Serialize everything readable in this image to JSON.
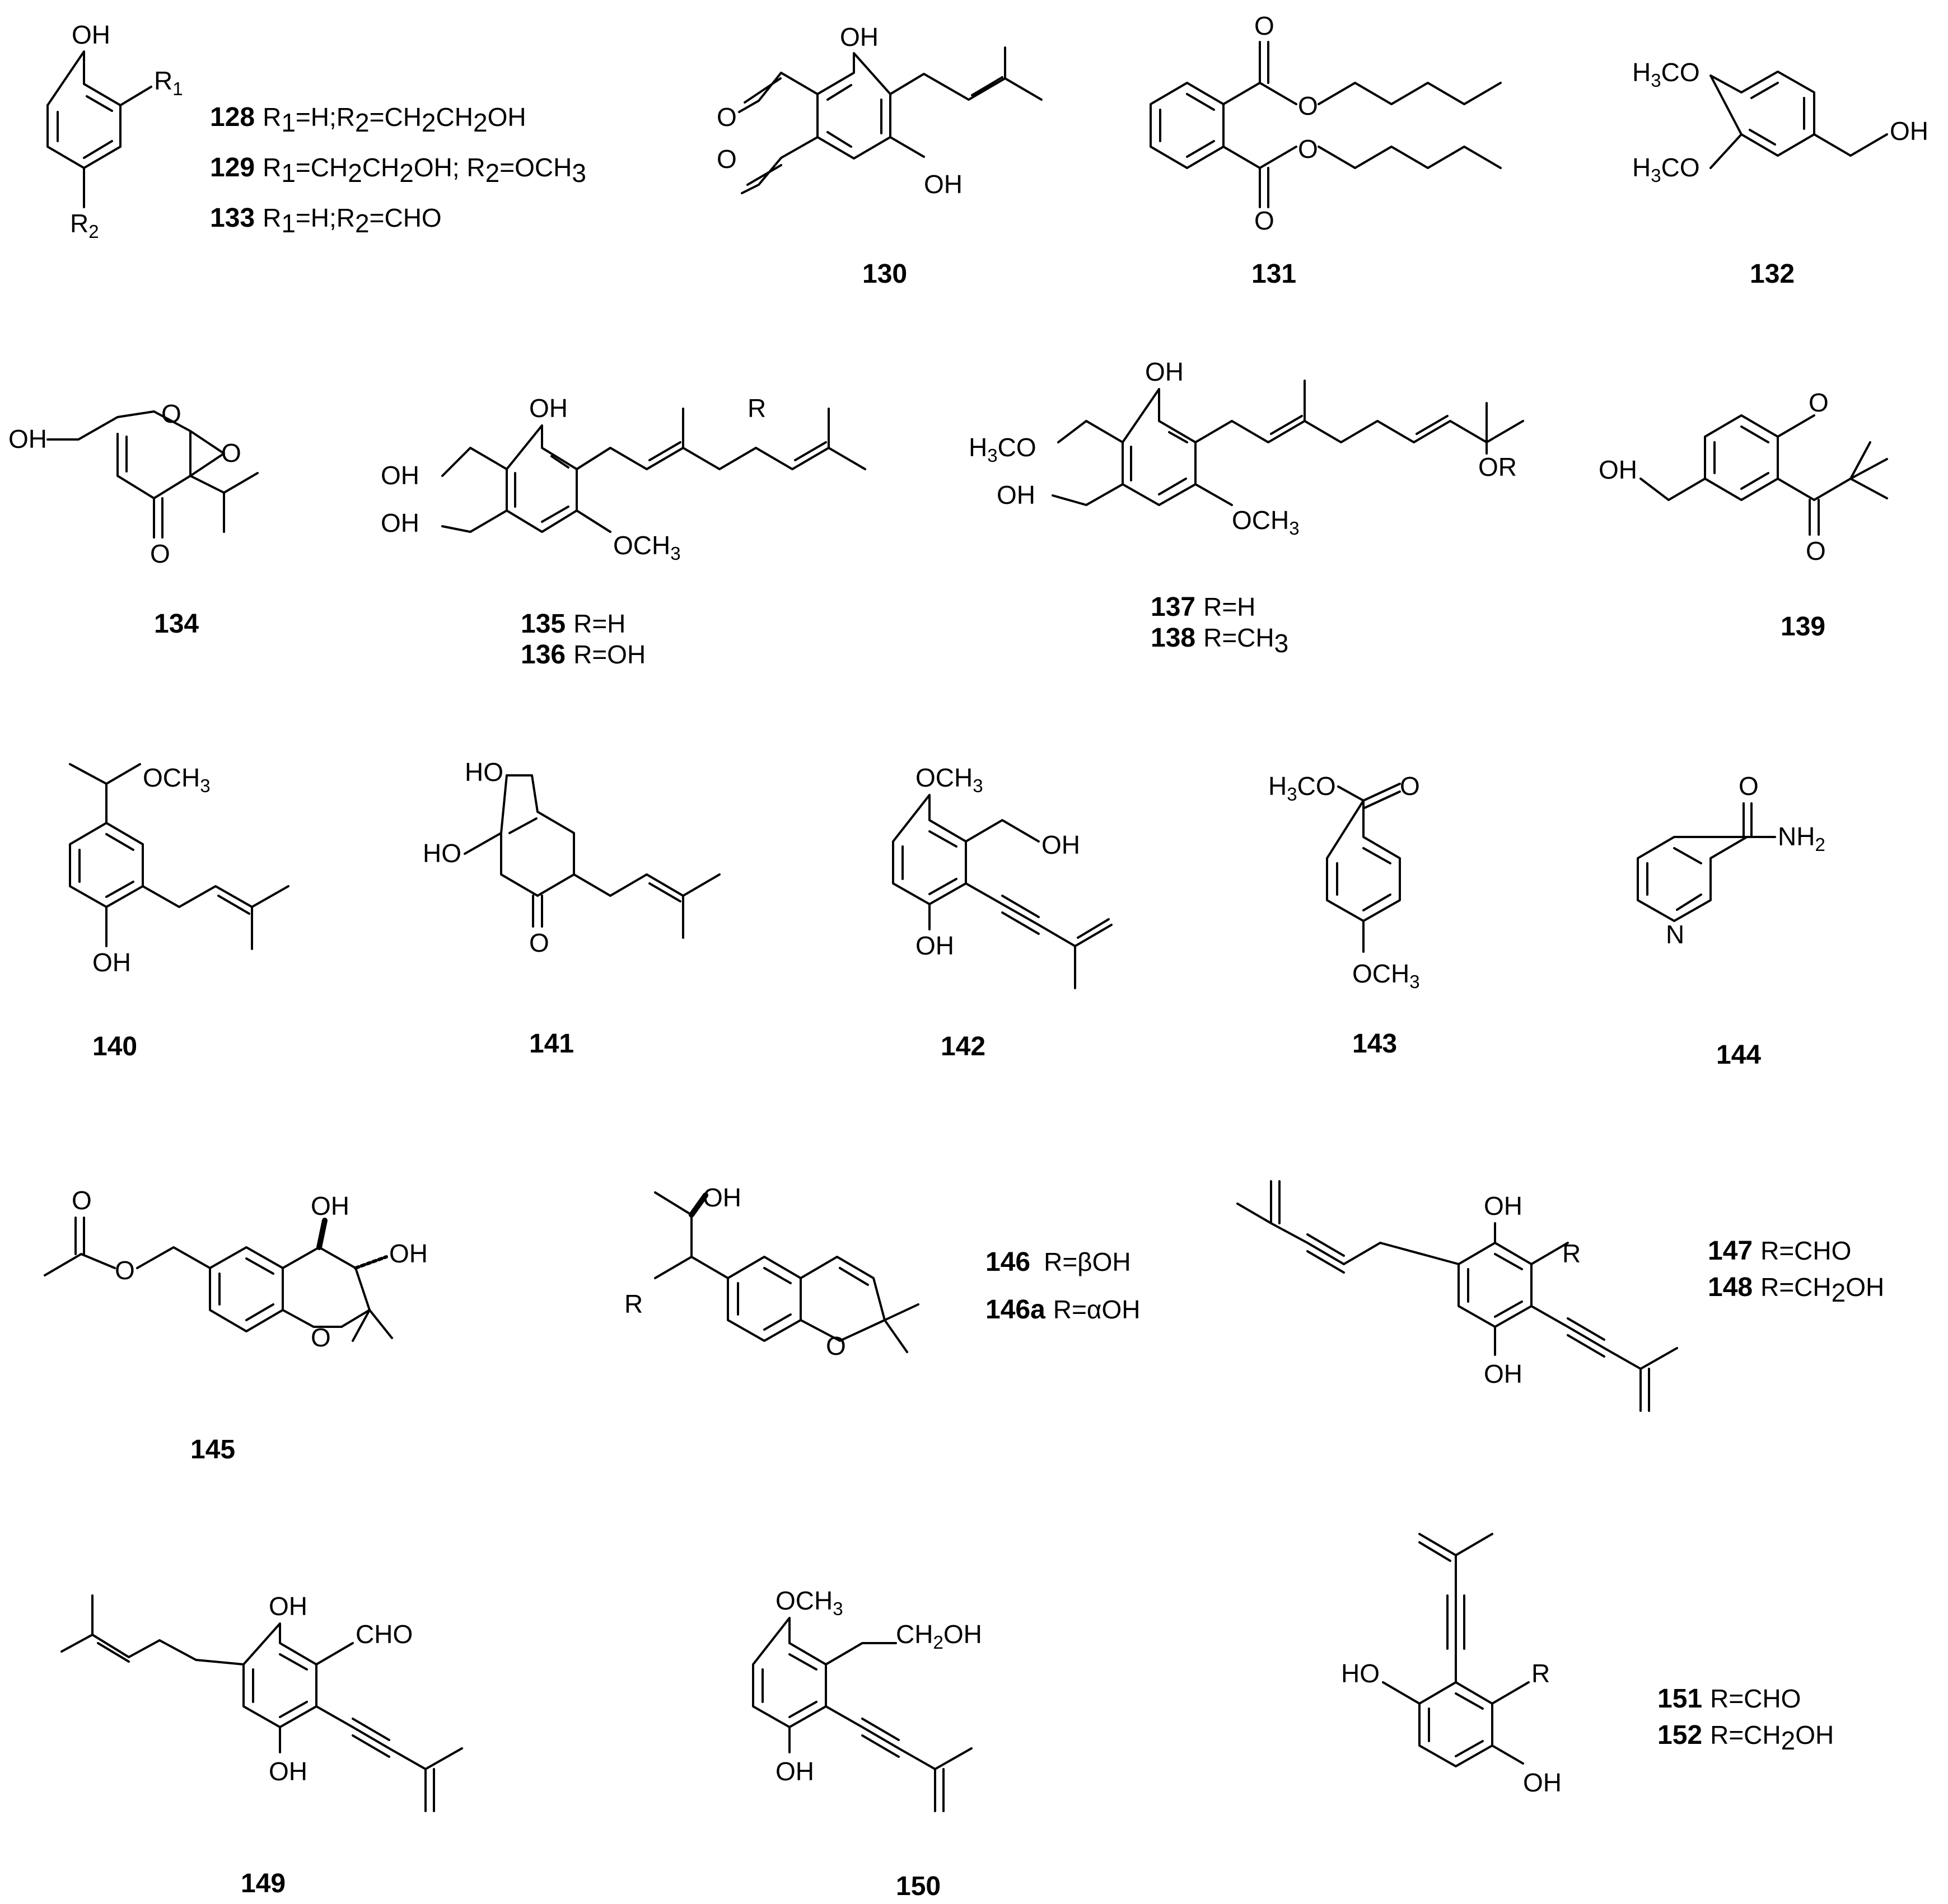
{
  "compounds": [
    {
      "id": "128",
      "text": "R1=H;R2=CH2CH2OH"
    },
    {
      "id": "129",
      "text": "R1=CH2CH2OH; R2=OCH3"
    },
    {
      "id": "133",
      "text": "R1=H;R2=CHO"
    },
    {
      "id": "130"
    },
    {
      "id": "131"
    },
    {
      "id": "132"
    },
    {
      "id": "134"
    },
    {
      "id": "135",
      "text": "R=H"
    },
    {
      "id": "136",
      "text": "R=OH"
    },
    {
      "id": "137",
      "text": "R=H"
    },
    {
      "id": "138",
      "text": "R=CH3"
    },
    {
      "id": "139"
    },
    {
      "id": "140"
    },
    {
      "id": "141"
    },
    {
      "id": "142"
    },
    {
      "id": "143"
    },
    {
      "id": "144"
    },
    {
      "id": "145"
    },
    {
      "id": "146",
      "text": "R=βOH"
    },
    {
      "id": "146a",
      "text": "R=αOH"
    },
    {
      "id": "147",
      "text": "R=CHO"
    },
    {
      "id": "148",
      "text": "R=CH2OH"
    },
    {
      "id": "149"
    },
    {
      "id": "150"
    },
    {
      "id": "151",
      "text": "R=CHO"
    },
    {
      "id": "152",
      "text": "R=CH2OH"
    }
  ],
  "atom_labels": {
    "oh": "OH",
    "ho": "HO",
    "o": "O",
    "n": "N",
    "r": "R",
    "r1": "R1",
    "r2": "R2",
    "och3": "OCH3",
    "h3co": "H3CO",
    "h3co2": "H3CO",
    "h3co_ester": "H3CO",
    "cho": "CHO",
    "ch2oh": "CH2OH",
    "or": "OR",
    "nh2": "NH2",
    "ohtail": "OH"
  }
}
